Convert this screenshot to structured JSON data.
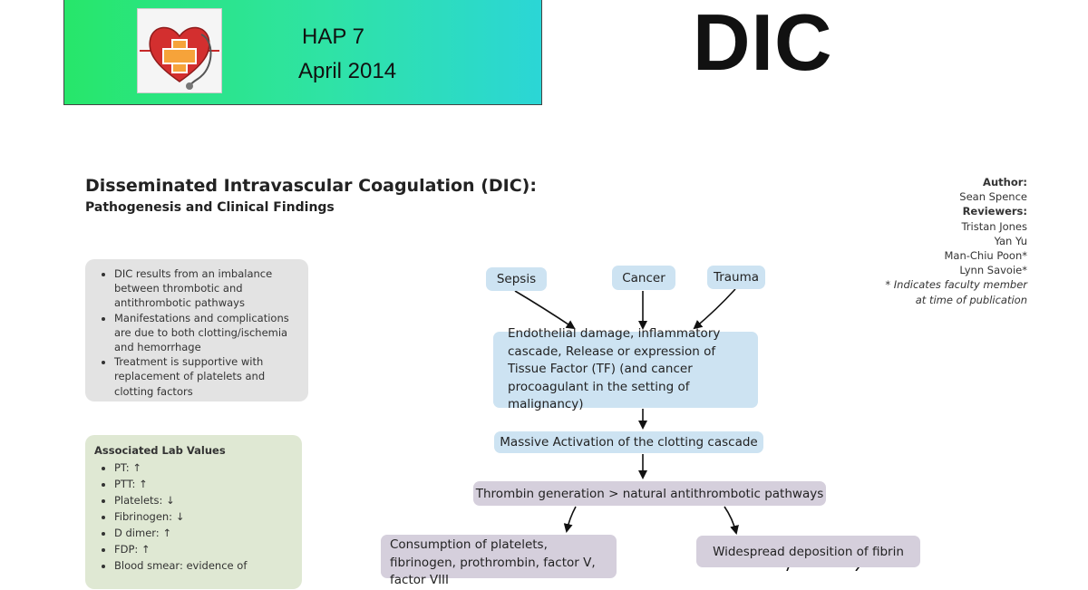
{
  "banner": {
    "line1": "HAP 7",
    "line2": "April 2014",
    "logo_icon": "heart-medical-cross-icon",
    "gradient": [
      "#27e66a",
      "#2bd6d6"
    ]
  },
  "big_title": "DIC",
  "document": {
    "title": "Disseminated Intravascular Coagulation (DIC):",
    "subtitle": "Pathogenesis and Clinical Findings"
  },
  "credits": {
    "author_label": "Author:",
    "author": "Sean Spence",
    "reviewers_label": "Reviewers:",
    "reviewers": [
      "Tristan Jones",
      "Yan Yu",
      "Man-Chiu Poon*",
      "Lynn Savoie*"
    ],
    "note_line1": "* Indicates faculty member",
    "note_line2": "at time of publication"
  },
  "summary": {
    "items": [
      "DIC results from an imbalance between thrombotic and antithrombotic pathways",
      "Manifestations and complications are due to both clotting/ischemia and hemorrhage",
      "Treatment is supportive with replacement of platelets and clotting factors"
    ]
  },
  "labs": {
    "heading": "Associated Lab Values",
    "items": [
      "PT: ↑",
      "PTT: ↑",
      "Platelets: ↓",
      "Fibrinogen: ↓",
      "D dimer: ↑",
      "FDP: ↑",
      "Blood smear: evidence of"
    ]
  },
  "flow": {
    "sepsis": "Sepsis",
    "cancer": "Cancer",
    "trauma": "Trauma",
    "endothelial": "Endothelial damage, inflammatory cascade, Release or expression of Tissue Factor (TF) (and cancer procoagulant in the setting of malignancy)",
    "activation": "Massive Activation of the clotting cascade",
    "thrombin": "Thrombin generation > natural antithrombotic pathways",
    "consumption": "Consumption of platelets, fibrinogen, prothrombin, factor V, factor VIII",
    "deposition": "Widespread deposition of fibrin"
  },
  "colors": {
    "flow_blue": "#cde3f2",
    "flow_purple": "#d5cfdc",
    "summary_grey": "#e3e3e3",
    "labs_green": "#dfe8d3"
  }
}
